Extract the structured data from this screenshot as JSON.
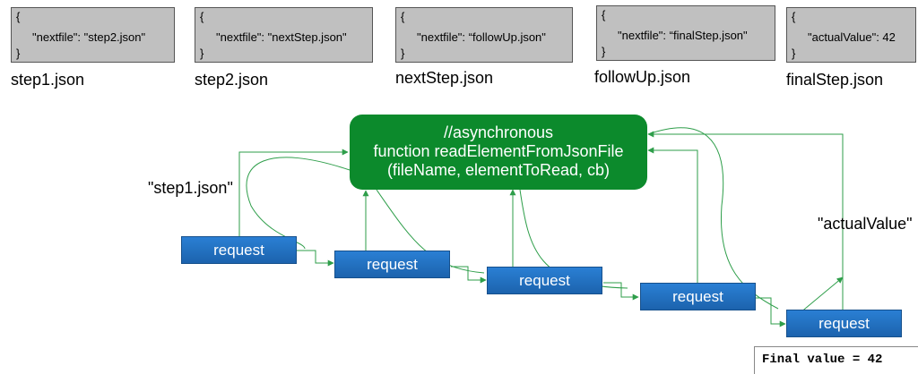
{
  "colors": {
    "json_box_bg": "#c0c0c0",
    "function_box_bg": "#0c8a2c",
    "request_box_bg": "#1f6fc0",
    "connector": "#2e9e4a"
  },
  "files": [
    {
      "open_brace": "{",
      "content": "\"nextfile\": \"step2.json\"",
      "close_brace": "}",
      "name": "step1.json"
    },
    {
      "open_brace": "{",
      "content": "\"nextfile\": \"nextStep.json\"",
      "close_brace": "}",
      "name": "step2.json"
    },
    {
      "open_brace": "{",
      "content": "\"nextfile\": “followUp.json\"",
      "close_brace": "}",
      "name": "nextStep.json"
    },
    {
      "open_brace": "{",
      "content": "\"nextfile\": “finalStep.json\"",
      "close_brace": "}",
      "name": "followUp.json"
    },
    {
      "open_brace": "{",
      "content": "\"actualValue\": 42",
      "close_brace": "}",
      "name": "finalStep.json"
    }
  ],
  "function_box": {
    "line1": "//asynchronous",
    "line2": "function readElementFromJsonFile",
    "line3": "(fileName, elementToRead, cb)"
  },
  "requests": [
    "request",
    "request",
    "request",
    "request",
    "request"
  ],
  "labels": {
    "first_arg": "\"step1.json\"",
    "last_arg": "\"actualValue\""
  },
  "console_output": "Final value = 42"
}
